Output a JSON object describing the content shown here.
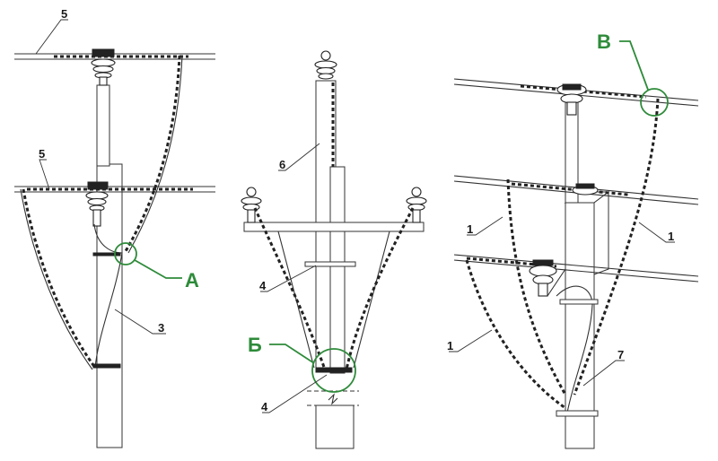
{
  "callouts": {
    "a": "А",
    "b": "Б",
    "v": "В"
  },
  "numbers": {
    "left_wire_top": "5",
    "left_wire_mid": "5",
    "left_cable": "3",
    "center_pole_top": "6",
    "center_bracket": "4",
    "center_base": "4",
    "right_left_top": "1",
    "right_right": "1",
    "right_left_bottom": "1",
    "right_pole": "7"
  },
  "colors": {
    "callout": "#2e8b3a",
    "line": "#333333"
  }
}
